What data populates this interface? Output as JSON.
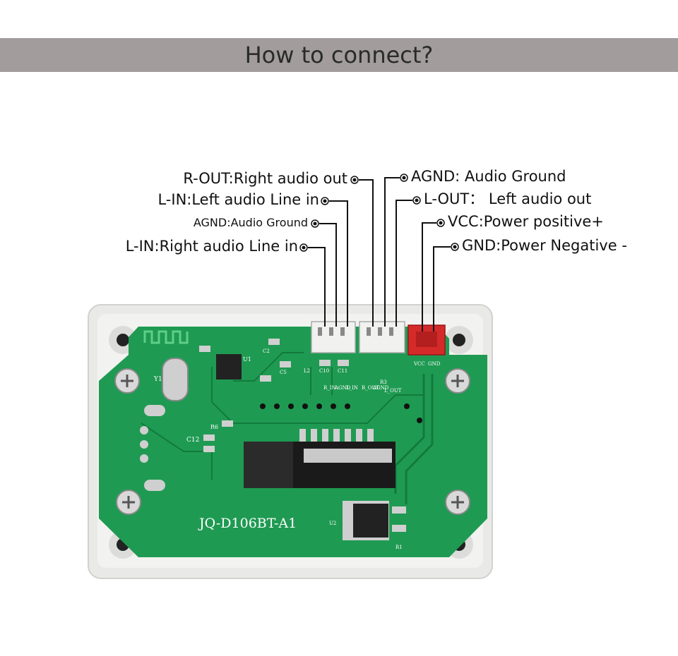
{
  "header": {
    "title": "How to connect?"
  },
  "board": {
    "model_label": "JQ-D106BT-A1",
    "silk": {
      "y1": "Y1",
      "c12": "C12",
      "r6": "R6",
      "u1": "U1",
      "c10": "C10",
      "c11": "C11",
      "c2": "C2",
      "c5": "C5",
      "r3": "R3",
      "vcc": "VCC",
      "gnd": "GND",
      "rin": "R_IN",
      "agnd": "AGND",
      "lin": "L_IN",
      "rout": "R_OUT",
      "agnd2": "AGND",
      "lout": "L_OUT",
      "u2": "U2",
      "r1": "R1",
      "l2": "L2"
    }
  },
  "pins_left": [
    {
      "label": "R-OUT:Right audio out"
    },
    {
      "label": "L-IN:Left audio Line in"
    },
    {
      "label": "AGND:Audio Ground"
    },
    {
      "label": "L-IN:Right audio Line in"
    }
  ],
  "pins_right": [
    {
      "label": "AGND: Audio Ground"
    },
    {
      "label": "L-OUT： Left audio out"
    },
    {
      "label": "VCC:Power positive+"
    },
    {
      "label": "GND:Power Negative -"
    }
  ],
  "colors": {
    "banner": "#a29c9c",
    "pcb": "#1f9a52",
    "case": "#e9e9e7",
    "red_connector": "#d52a2a"
  }
}
